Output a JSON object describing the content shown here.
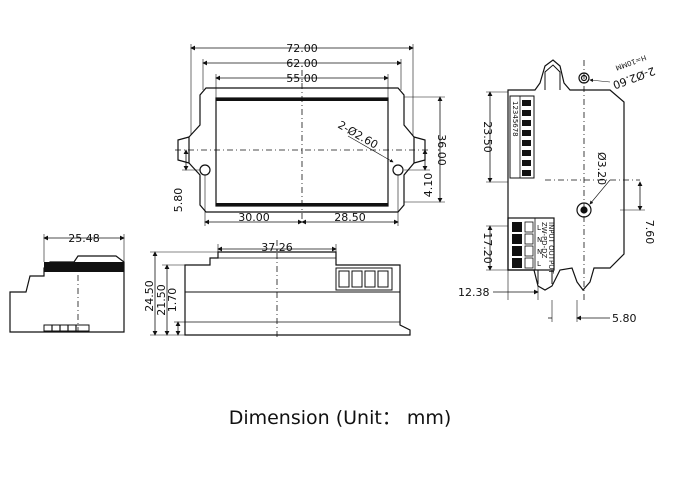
{
  "caption": "Dimension (Unit： mm)",
  "top_view": {
    "dim_overall": "72.00",
    "dim_mid": "62.00",
    "dim_inner": "55.00",
    "dim_height": "36.00",
    "dim_hole": "2-Ø2.60",
    "dim_left_offset": "5.80",
    "dim_right_offset": "4.10",
    "dim_left_span": "30.00",
    "dim_right_span": "28.50"
  },
  "side_view": {
    "dim_depth": "25.48"
  },
  "front_view": {
    "dim_width": "37.26",
    "dim_h1": "24.50",
    "dim_h2": "21.50",
    "dim_h3": "1.70"
  },
  "right_view": {
    "dim_slot": "2-Ø2.60",
    "dim_slot_note": "H=10MM",
    "dim_upper": "23.50",
    "dim_hole": "Ø3.20",
    "dim_lower": "17.20",
    "dim_right": "7.60",
    "dim_bottom_left": "12.38",
    "dim_bottom_right": "5.80",
    "dip_numbers": "12345678",
    "terminal_header": "INPUT OUTPUT",
    "terminal_model": "ZW-PD-DZ",
    "terminal_labels": [
      "L",
      "N",
      "N",
      "L"
    ]
  }
}
